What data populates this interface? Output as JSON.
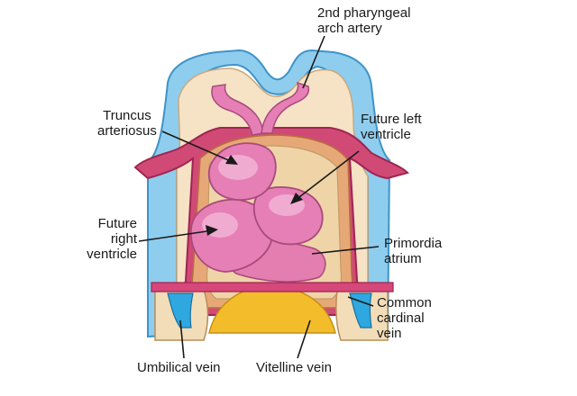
{
  "labels": {
    "pharyngeal_arch_artery": [
      "2nd pharyngeal",
      "arch artery"
    ],
    "truncus_arteriosus": [
      "Truncus",
      "arteriosus"
    ],
    "future_left_ventricle": [
      "Future left",
      "ventricle"
    ],
    "future_right_ventricle": [
      "Future",
      "right",
      "ventricle"
    ],
    "primordia_atrium": [
      "Primordia",
      "atrium"
    ],
    "common_cardinal_vein": [
      "Common",
      "cardinal",
      "vein"
    ],
    "umbilical_vein": "Umbilical vein",
    "vitelline_vein": "Vitelline vein"
  },
  "colors": {
    "outer_wall": "#7fc3e8",
    "body_cream": "#f6e2c4",
    "pericardium": "#d63b6e",
    "heart_pink": "#e77fb6",
    "heart_light": "#f3b6d8",
    "cavity_orange": "#e5a876",
    "yolk_yellow": "#f4bd2c",
    "vein_blue": "#2fa8e0"
  }
}
